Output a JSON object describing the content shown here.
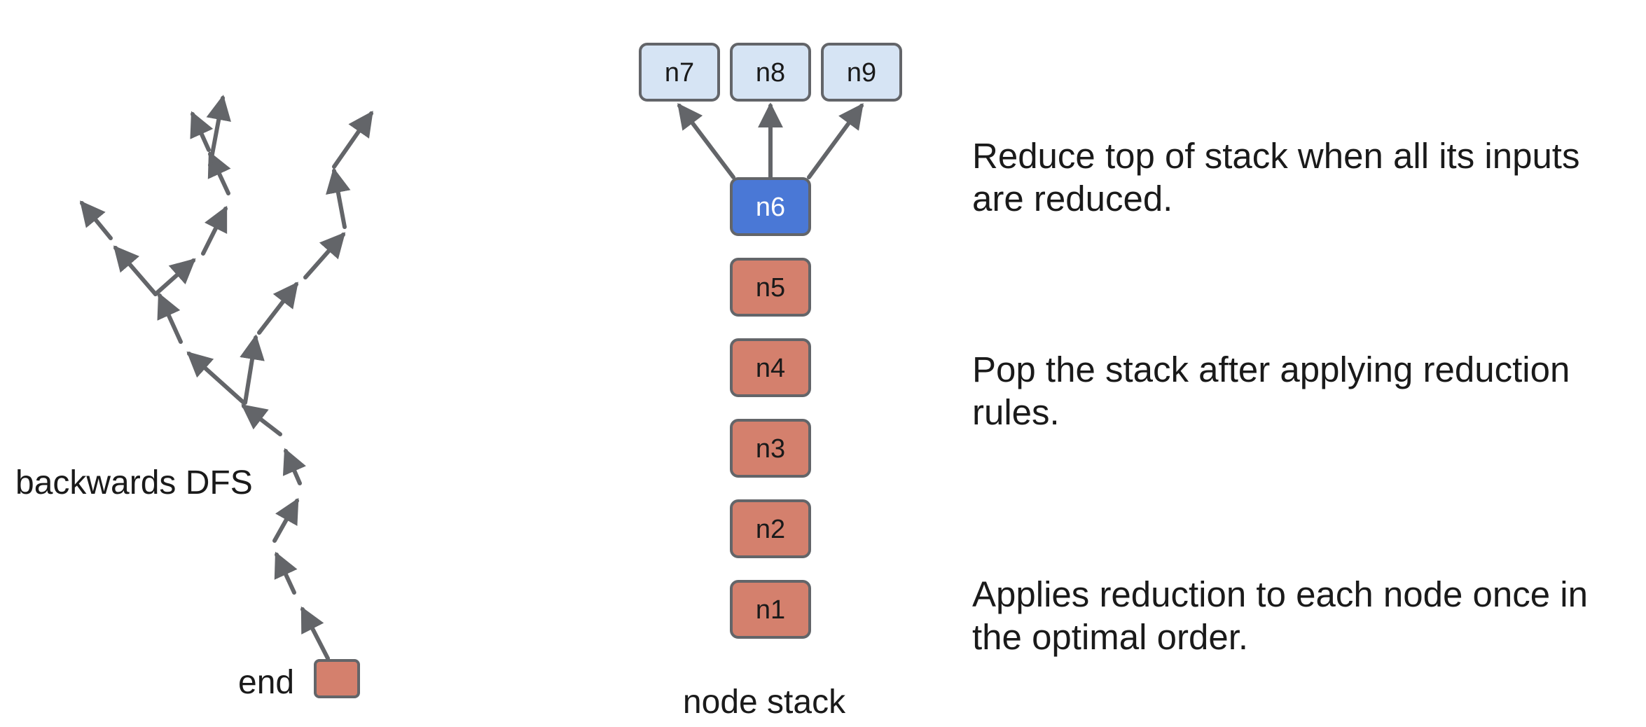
{
  "labels": {
    "dfs": "backwards DFS",
    "end": "end",
    "stack": "node stack"
  },
  "children": [
    {
      "id": "n7",
      "label": "n7"
    },
    {
      "id": "n8",
      "label": "n8"
    },
    {
      "id": "n9",
      "label": "n9"
    }
  ],
  "stack": [
    {
      "id": "n6",
      "label": "n6",
      "state": "active"
    },
    {
      "id": "n5",
      "label": "n5",
      "state": "pending"
    },
    {
      "id": "n4",
      "label": "n4",
      "state": "pending"
    },
    {
      "id": "n3",
      "label": "n3",
      "state": "pending"
    },
    {
      "id": "n2",
      "label": "n2",
      "state": "pending"
    },
    {
      "id": "n1",
      "label": "n1",
      "state": "pending"
    }
  ],
  "descriptions": [
    "Reduce top of stack when all its inputs are reduced.",
    "Pop the stack after applying reduction rules.",
    "Applies reduction to each node once in the optimal order."
  ],
  "colors": {
    "pending_fill": "#d4806d",
    "active_fill": "#4a78d6",
    "child_fill": "#d6e4f4",
    "stroke": "#636569",
    "edge": "#636569",
    "text": "#1a1a1a",
    "active_text": "#ffffff"
  }
}
